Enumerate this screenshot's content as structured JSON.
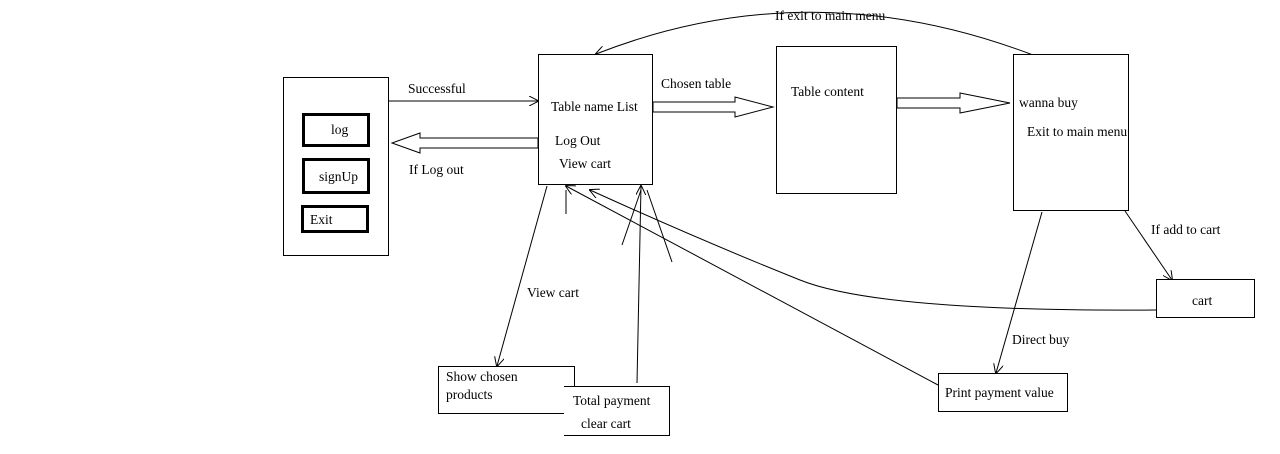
{
  "login_menu": {
    "log": "log",
    "signup": "signUp",
    "exit": "Exit"
  },
  "table_list": {
    "title": "Table name List",
    "logout": "Log Out",
    "view_cart": "View cart"
  },
  "table_content": {
    "title": "Table content"
  },
  "buy_menu": {
    "wanna_buy": "wanna buy",
    "exit_main": "Exit to main menu"
  },
  "cart": {
    "title": "cart"
  },
  "show_products": {
    "line1": "Show chosen",
    "line2": "products"
  },
  "payment_panel": {
    "total": "Total payment",
    "clear": "clear cart"
  },
  "print_payment": {
    "title": "Print payment value"
  },
  "edges": {
    "successful": "Successful",
    "if_log_out": "If Log out",
    "chosen_table": "Chosen table",
    "if_exit_main": "If exit to main menu",
    "if_add_cart": "If add to cart",
    "view_cart": "View cart",
    "direct_buy": "Direct buy"
  }
}
